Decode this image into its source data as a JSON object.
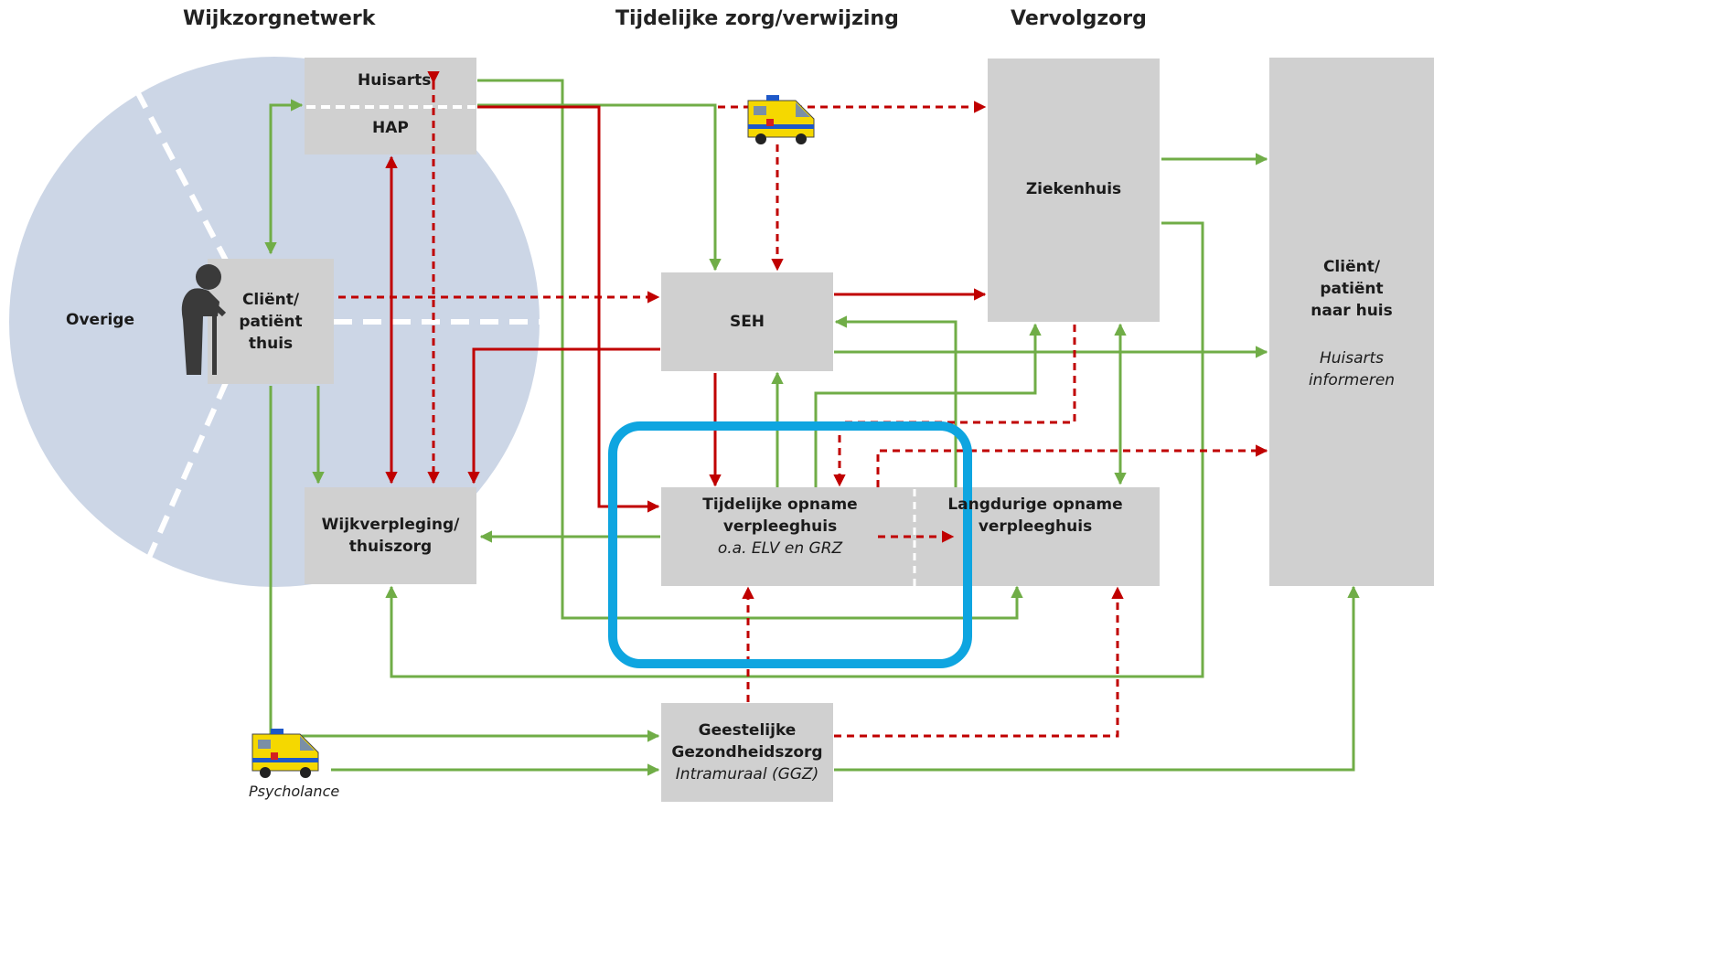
{
  "columns": {
    "wijkzorg": "Wijkzorgnetwerk",
    "tijdelijk": "Tijdelijke zorg/verwijzing",
    "vervolg": "Vervolgzorg"
  },
  "overige": "Overige",
  "nodes": {
    "huisarts": "Huisarts",
    "hap": "HAP",
    "client_thuis": [
      "Cliënt/",
      "patiënt",
      "thuis"
    ],
    "wijkverpleging": [
      "Wijkverpleging/",
      "thuiszorg"
    ],
    "seh": "SEH",
    "tijdelijke_opname": [
      "Tijdelijke opname",
      "verpleeghuis"
    ],
    "tijdelijke_opname_sub": "o.a. ELV en GRZ",
    "langdurige_opname": [
      "Langdurige opname",
      "verpleeghuis"
    ],
    "ziekenhuis": "Ziekenhuis",
    "ggz": [
      "Geestelijke",
      "Gezondheidszorg"
    ],
    "ggz_sub": "Intramuraal (GGZ)",
    "client_huis": [
      "Cliënt/",
      "patiënt",
      "naar huis"
    ],
    "client_huis_sub": [
      "Huisarts",
      "informeren"
    ]
  },
  "psycholance": "Psycholance",
  "colors": {
    "box": "#d0d0d0",
    "circle": "#ccd6e6",
    "green": "#70ad47",
    "red": "#c00000",
    "highlight": "#0ea5e0",
    "ambulance": "#f5d800"
  }
}
